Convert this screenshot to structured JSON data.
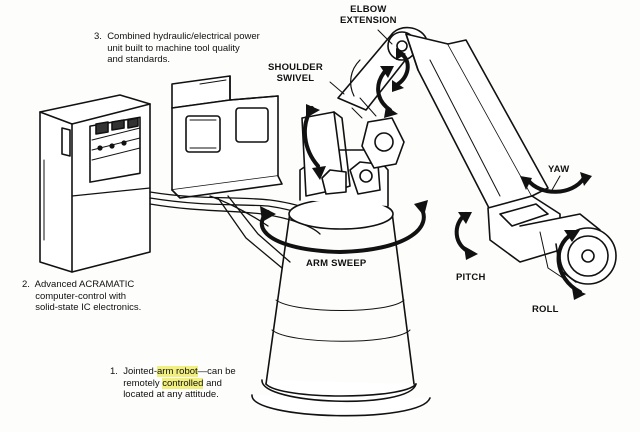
{
  "notes": {
    "note3": "3.  Combined hydraulic/electrical power\n     unit built to machine tool quality\n     and standards.",
    "note2": "2.  Advanced ACRAMATIC\n     computer-control with\n     solid-state IC electronics.",
    "note1_a": "1.  Jointed-",
    "note1_b": "arm robot",
    "note1_c": "—can be",
    "note1_d": "     remotely ",
    "note1_e": "controlled",
    "note1_f": " and",
    "note1_g": "     located at any attitude."
  },
  "motion_labels": {
    "elbow_extension": "ELBOW\nEXTENSION",
    "shoulder_swivel": "SHOULDER\nSWIVEL",
    "arm_sweep": "ARM SWEEP",
    "yaw": "YAW",
    "pitch": "PITCH",
    "roll": "ROLL"
  },
  "colors": {
    "highlight": "#f1ef7e",
    "ink": "#111111"
  }
}
